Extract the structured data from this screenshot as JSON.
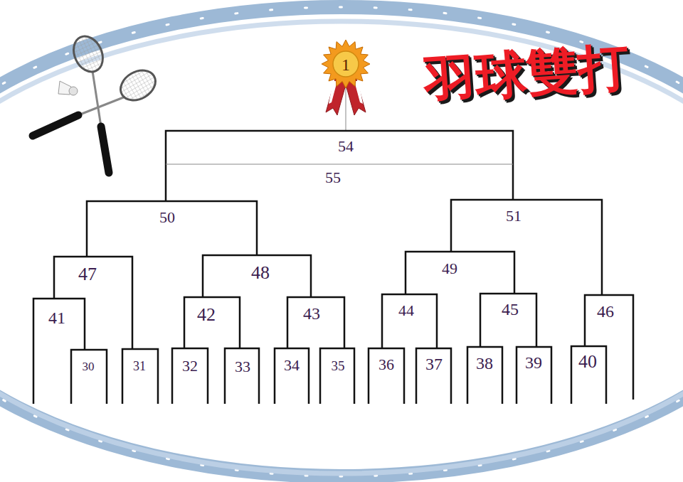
{
  "diagram": {
    "title": "羽球雙打",
    "labels": [
      "1",
      "54",
      "55",
      "50",
      "51",
      "47",
      "48",
      "49",
      "41",
      "42",
      "43",
      "44",
      "45",
      "46",
      "30",
      "31",
      "32",
      "33",
      "34",
      "35",
      "36",
      "37",
      "38",
      "39",
      "40"
    ]
  }
}
